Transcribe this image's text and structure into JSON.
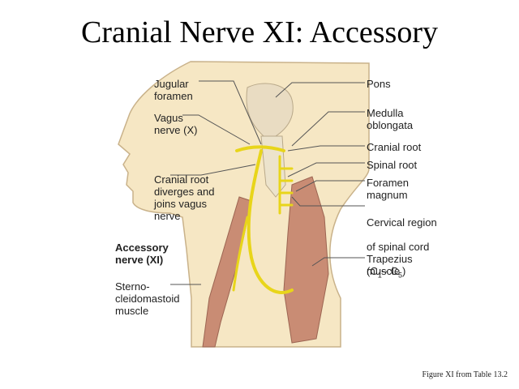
{
  "title": "Cranial Nerve XI: Accessory",
  "labels": {
    "jugular_foramen": "Jugular\nforamen",
    "vagus_nerve": "Vagus\nnerve (X)",
    "cranial_root_diverges": "Cranial root\ndiverges and\njoins vagus\nnerve",
    "accessory_nerve": "Accessory\nnerve (XI)",
    "sternocleidomastoid": "Sterno-\ncleidomastoid\nmuscle",
    "pons": "Pons",
    "medulla": "Medulla\noblongata",
    "cranial_root": "Cranial root",
    "spinal_root": "Spinal root",
    "foramen_magnum": "Foramen\nmagnum",
    "cervical_region_line1": "Cervical region",
    "cervical_region_line2": "of spinal cord",
    "cervical_region_line3_a": "(C",
    "cervical_region_sub1": "1",
    "cervical_region_line3_b": "– C",
    "cervical_region_sub2": "5",
    "cervical_region_line3_c": ")",
    "trapezius": "Trapezius\nmuscle"
  },
  "caption": "Figure XI from Table 13.2",
  "colors": {
    "skin": "#f6e7c4",
    "skin_outline": "#c9b28a",
    "nerve": "#e8d51a",
    "muscle": "#c98c74",
    "brainstem": "#e9dcc2",
    "leader_line": "#555555"
  }
}
